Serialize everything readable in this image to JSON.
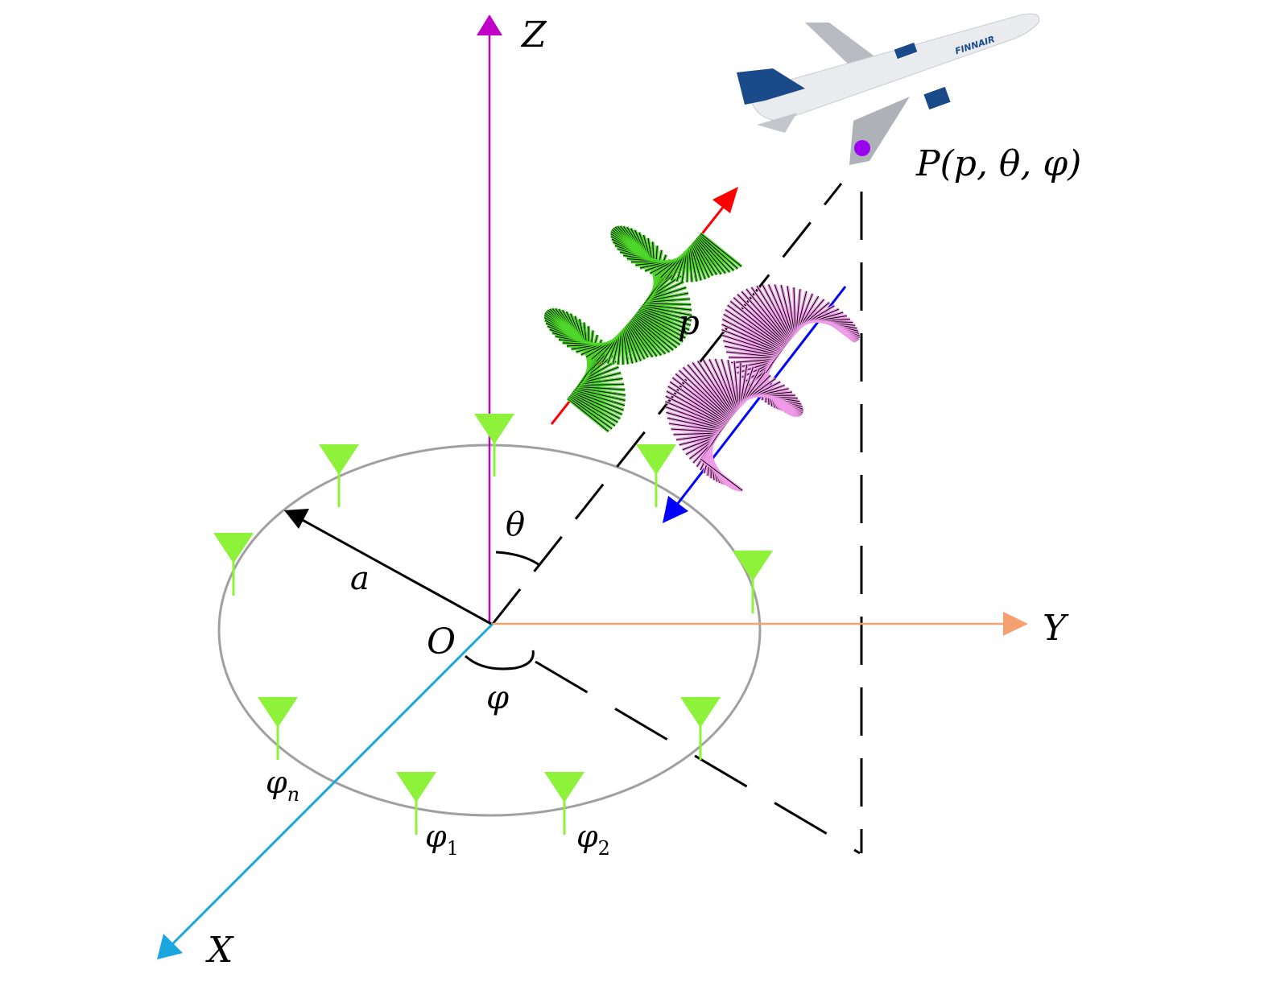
{
  "labels": {
    "z_axis": "Z",
    "y_axis": "Y",
    "x_axis": "X",
    "origin": "O",
    "radius": "a",
    "theta": "θ",
    "phi": "φ",
    "distance": "p",
    "point": "P(p, θ, φ)",
    "antenna_n": "φ",
    "antenna_n_sub": "n",
    "antenna_1": "φ",
    "antenna_1_sub": "1",
    "antenna_2": "φ",
    "antenna_2_sub": "2"
  },
  "airplane_logo": "FINNAIR",
  "colors": {
    "z_axis": "#c000c8",
    "y_axis": "#f4a070",
    "x_axis": "#1aa7e0",
    "antenna": "#8ef23a",
    "ring": "#a0a0a0",
    "green_wave": "#4fd62a",
    "pink_wave": "#f09be8",
    "red_arrow": "#ff0000",
    "blue_arrow": "#0000ff",
    "target_point": "#9b00f0"
  }
}
